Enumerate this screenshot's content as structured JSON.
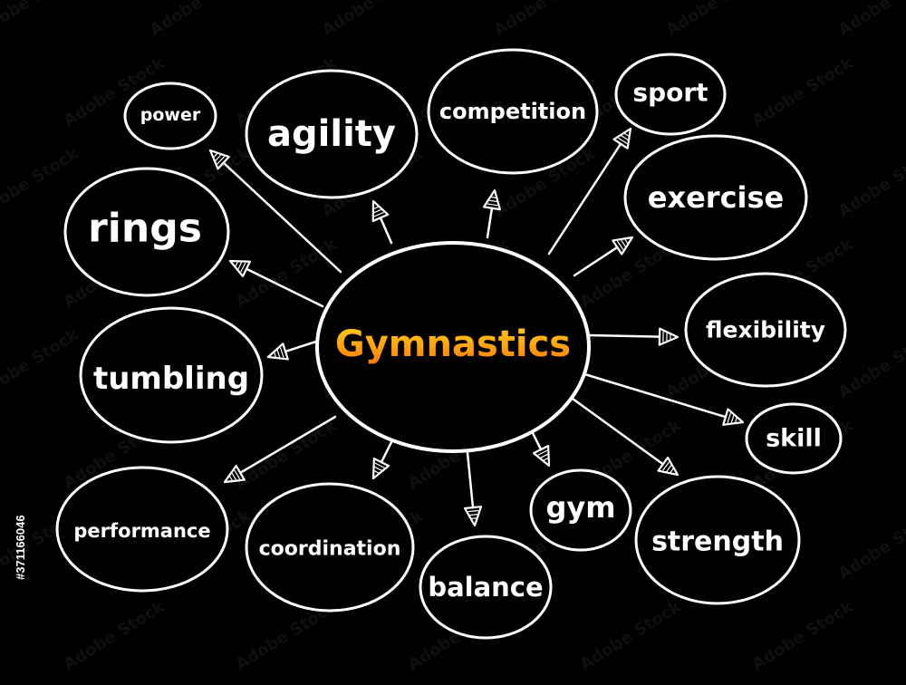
{
  "diagram": {
    "center": {
      "label": "Gymnastics"
    },
    "nodes": [
      {
        "id": "power",
        "label": "power"
      },
      {
        "id": "agility",
        "label": "agility"
      },
      {
        "id": "competition",
        "label": "competition"
      },
      {
        "id": "sport",
        "label": "sport"
      },
      {
        "id": "exercise",
        "label": "exercise"
      },
      {
        "id": "flexibility",
        "label": "flexibility"
      },
      {
        "id": "skill",
        "label": "skill"
      },
      {
        "id": "strength",
        "label": "strength"
      },
      {
        "id": "gym",
        "label": "gym"
      },
      {
        "id": "balance",
        "label": "balance"
      },
      {
        "id": "coordination",
        "label": "coordination"
      },
      {
        "id": "performance",
        "label": "performance"
      },
      {
        "id": "tumbling",
        "label": "tumbling"
      },
      {
        "id": "rings",
        "label": "rings"
      }
    ]
  },
  "watermark": {
    "text": "Adobe Stock"
  },
  "stock_id": "#371166046",
  "colors": {
    "background": "#000000",
    "outline": "#ffffff",
    "center_gradient_top": "#ffd21a",
    "center_gradient_bottom": "#ff7a00"
  }
}
